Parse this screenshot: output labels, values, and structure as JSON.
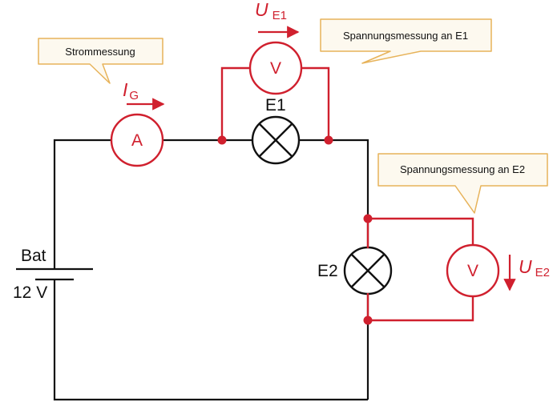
{
  "colors": {
    "wire": "#111111",
    "measurement": "#d0202e",
    "callout_fill": "#fdf9ef",
    "callout_stroke": "#e7b35a"
  },
  "callouts": {
    "current": "Strommessung",
    "voltage_e1": "Spannungsmessung an E1",
    "voltage_e2": "Spannungsmessung an E2"
  },
  "ammeter": {
    "symbol": "A",
    "current_label": "I",
    "current_subscript": "G"
  },
  "voltmeter_e1": {
    "symbol": "V",
    "voltage_label": "U",
    "voltage_subscript": "E1"
  },
  "voltmeter_e2": {
    "symbol": "V",
    "voltage_label": "U",
    "voltage_subscript": "E2"
  },
  "lamps": {
    "e1": "E1",
    "e2": "E2"
  },
  "battery": {
    "name": "Bat",
    "voltage": "12 V"
  },
  "icons": [
    "ammeter-symbol",
    "voltmeter-symbol",
    "lamp-symbol",
    "battery-symbol",
    "arrow-icon"
  ]
}
